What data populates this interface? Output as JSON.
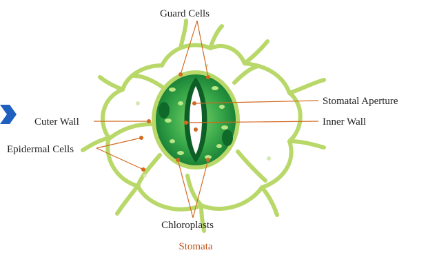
{
  "labels": {
    "guard_cells": "Guard Cells",
    "stomatal_aperture": "Stomatal Aperture",
    "inner_wall": "Inner Wall",
    "outer_wall": "Cuter Wall",
    "epidermal_cells": "Epidermal Cells",
    "chloroplasts": "Chloroplasts",
    "caption": "Stomata"
  },
  "colors": {
    "leader_line": "#d2691e",
    "caption": "#c0541a",
    "cell_wall": "#b9d86a",
    "guard_cell_dark": "#1f8a3b",
    "guard_cell_light": "#4cbf4f",
    "aperture": "#ffffff",
    "arrow": "#1f5fbf"
  },
  "icons": {
    "left_arrow": "double-chevron-right-icon"
  }
}
